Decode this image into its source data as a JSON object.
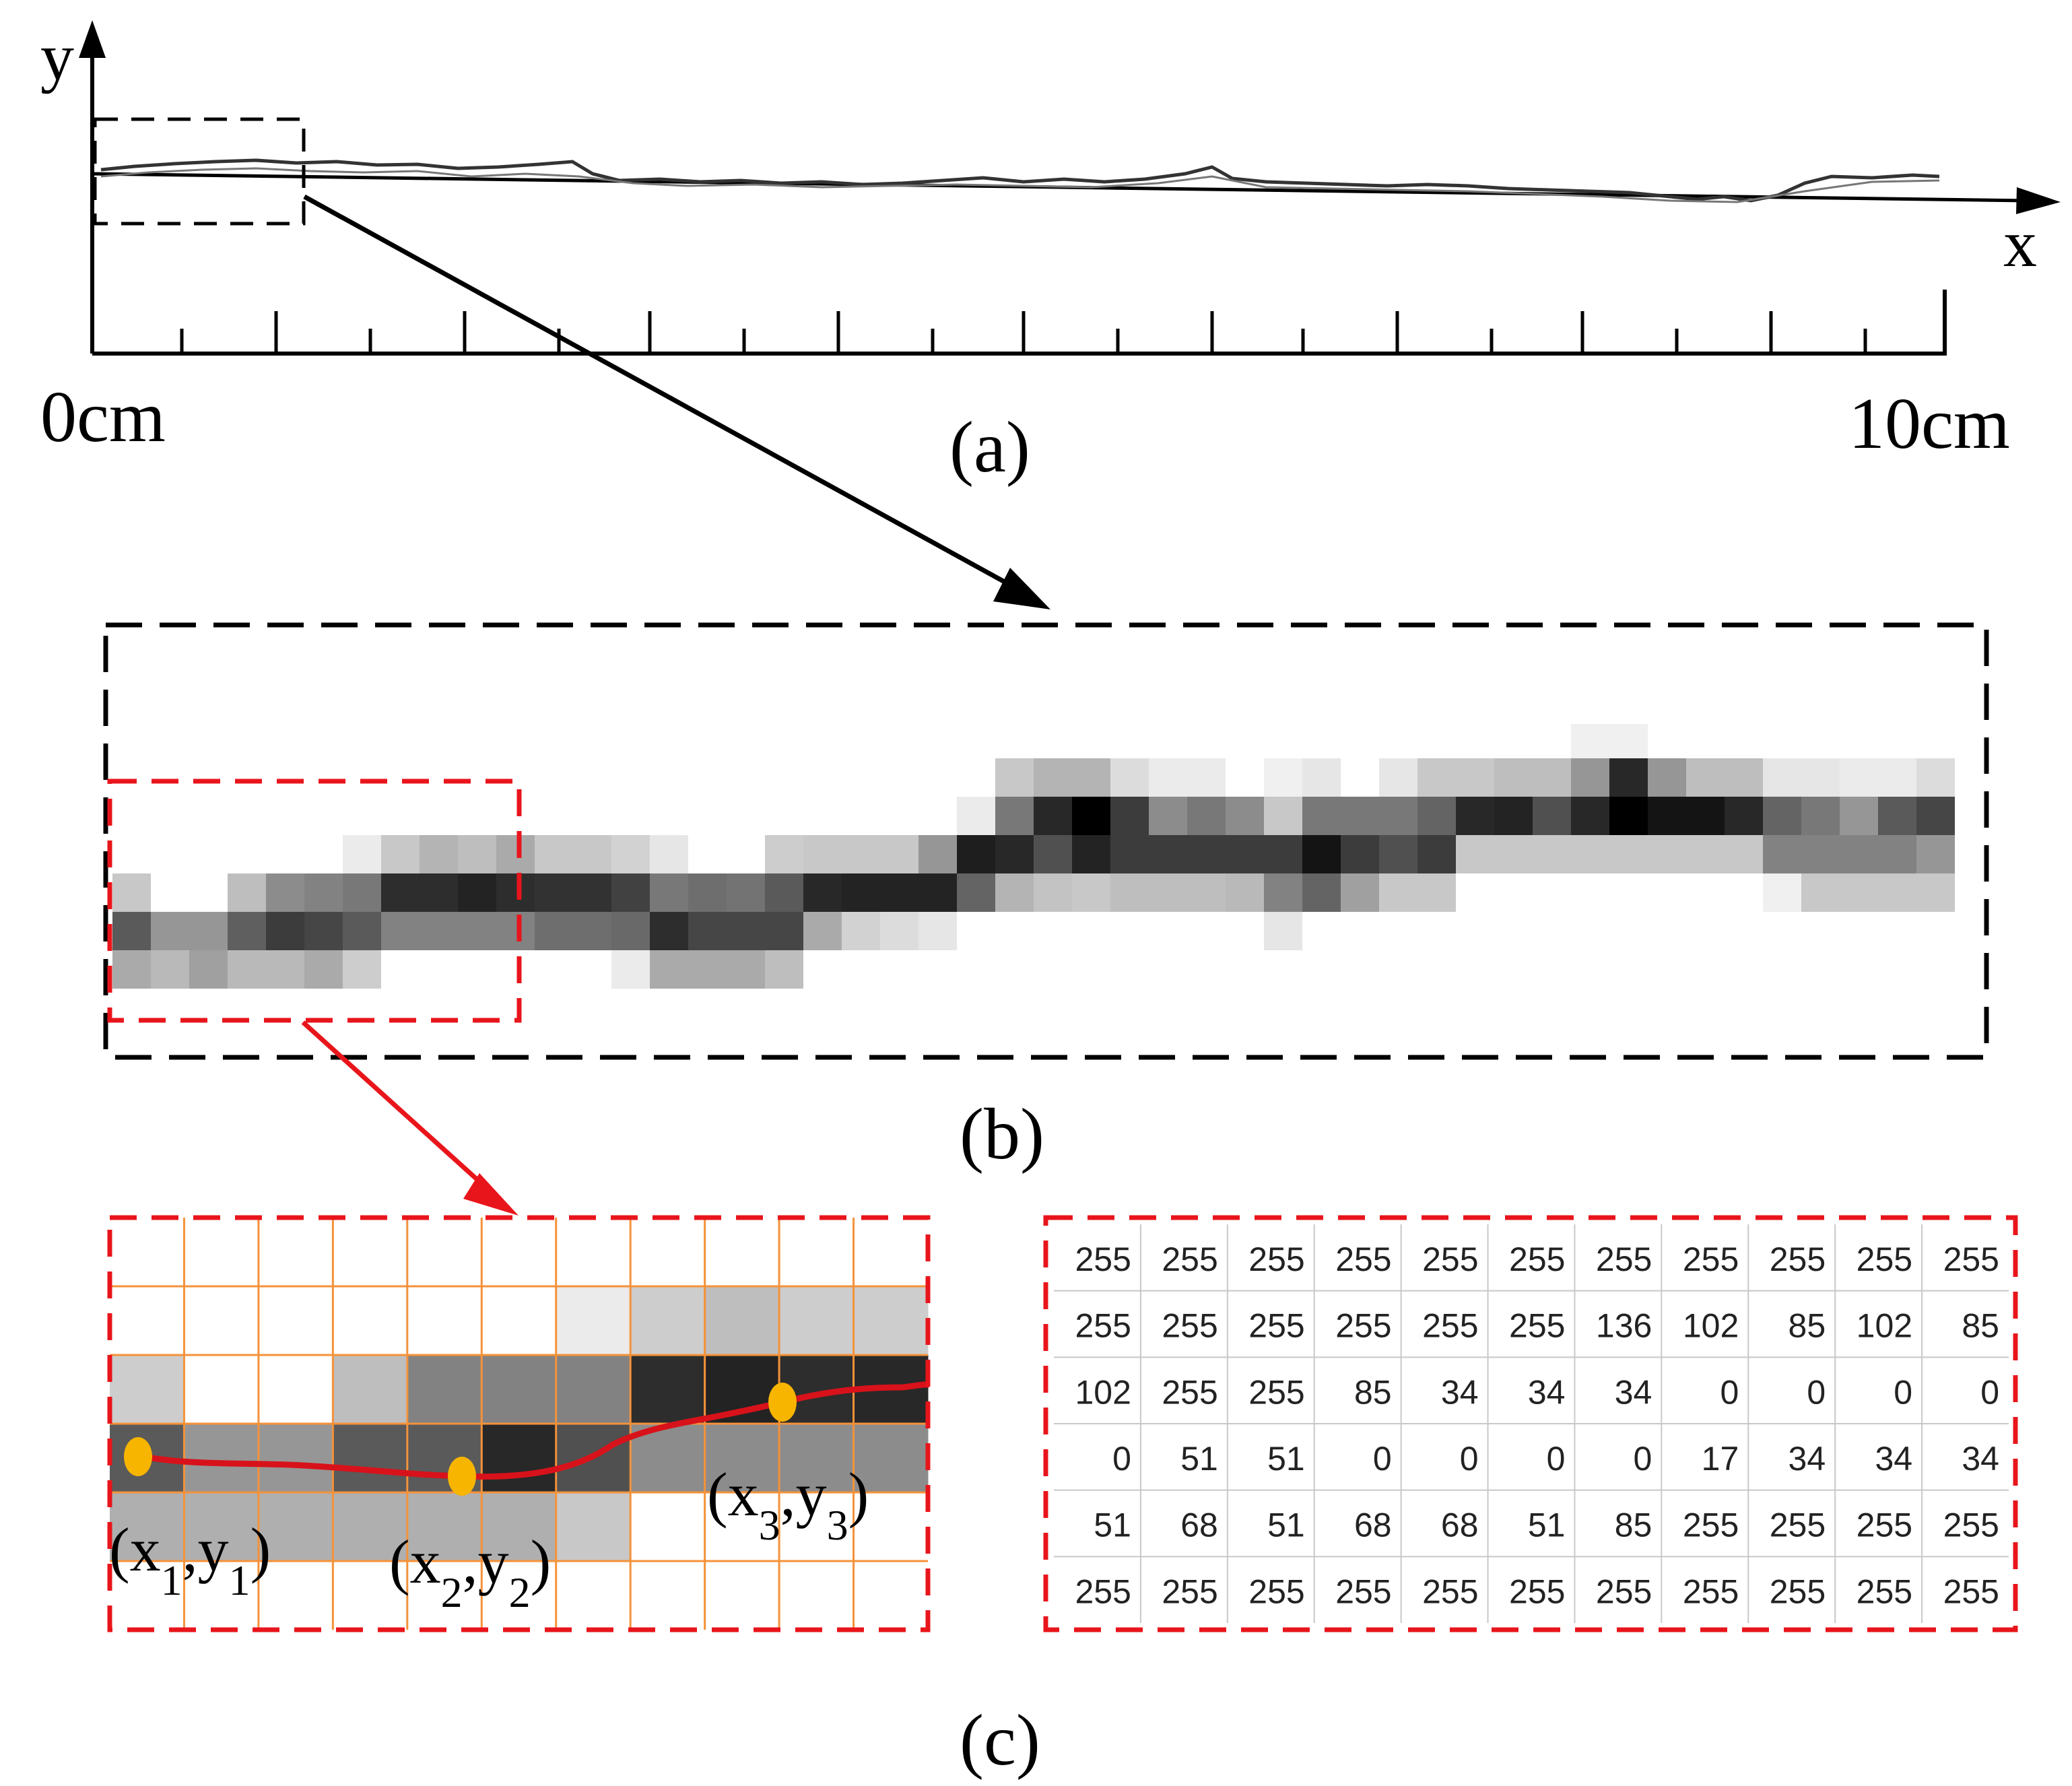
{
  "panel_a": {
    "axis_y_label": "y",
    "axis_x_label": "x",
    "scale_start_label": "0cm",
    "scale_end_label": "10cm",
    "caption": "(a)"
  },
  "panel_b": {
    "caption": "(b)"
  },
  "panel_c": {
    "caption": "(c)",
    "points": [
      {
        "var": "x",
        "sub1": "1",
        "var2": "y",
        "sub2": "1"
      },
      {
        "var": "x",
        "sub1": "2",
        "var2": "y",
        "sub2": "2"
      },
      {
        "var": "x",
        "sub1": "3",
        "var2": "y",
        "sub2": "3"
      }
    ],
    "pixel_table": [
      [
        "255",
        "255",
        "255",
        "255",
        "255",
        "255",
        "255",
        "255",
        "255",
        "255",
        "255"
      ],
      [
        "255",
        "255",
        "255",
        "255",
        "255",
        "255",
        "136",
        "102",
        "85",
        "102",
        "85"
      ],
      [
        "102",
        "255",
        "255",
        "85",
        "34",
        "34",
        "34",
        "0",
        "0",
        "0",
        "0"
      ],
      [
        "0",
        "51",
        "51",
        "0",
        "0",
        "0",
        "0",
        "17",
        "34",
        "34",
        "34"
      ],
      [
        "51",
        "68",
        "51",
        "68",
        "68",
        "51",
        "85",
        "255",
        "255",
        "255",
        "255"
      ],
      [
        "255",
        "255",
        "255",
        "255",
        "255",
        "255",
        "255",
        "255",
        "255",
        "255",
        "255"
      ]
    ]
  },
  "colors": {
    "highlight_red": "#e8151b",
    "grid_orange": "#f5923a",
    "point_yellow": "#f7b500",
    "table_grid": "#c8c8c8"
  }
}
